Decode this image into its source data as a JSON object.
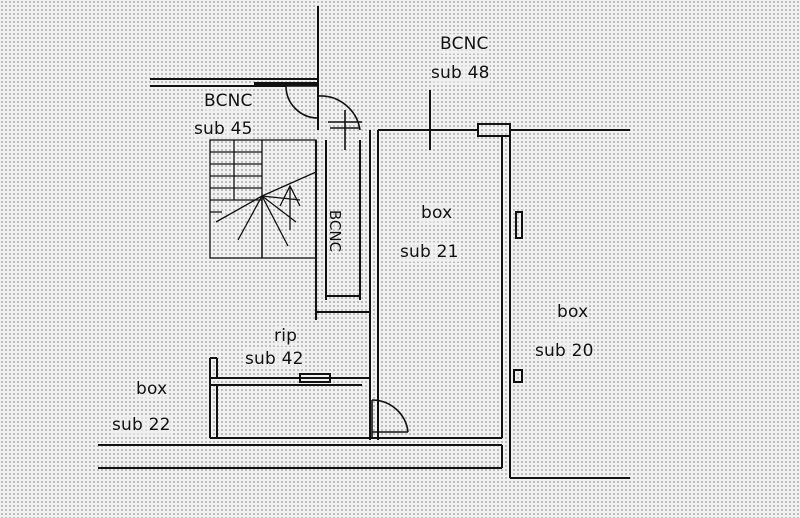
{
  "labels": {
    "bcnc_48_name": "BCNC",
    "bcnc_48_sub": "sub 48",
    "bcnc_45_name": "BCNC",
    "bcnc_45_sub": "sub 45",
    "bcnc_corridor": "BCNC",
    "box_21_name": "box",
    "box_21_sub": "sub 21",
    "box_20_name": "box",
    "box_20_sub": "sub 20",
    "rip_42_name": "rip",
    "rip_42_sub": "sub 42",
    "box_22_name": "box",
    "box_22_sub": "sub 22"
  },
  "colors": {
    "ink": "#111111",
    "paper": "#f1f1f1",
    "stipple": "#9a9a9a"
  }
}
